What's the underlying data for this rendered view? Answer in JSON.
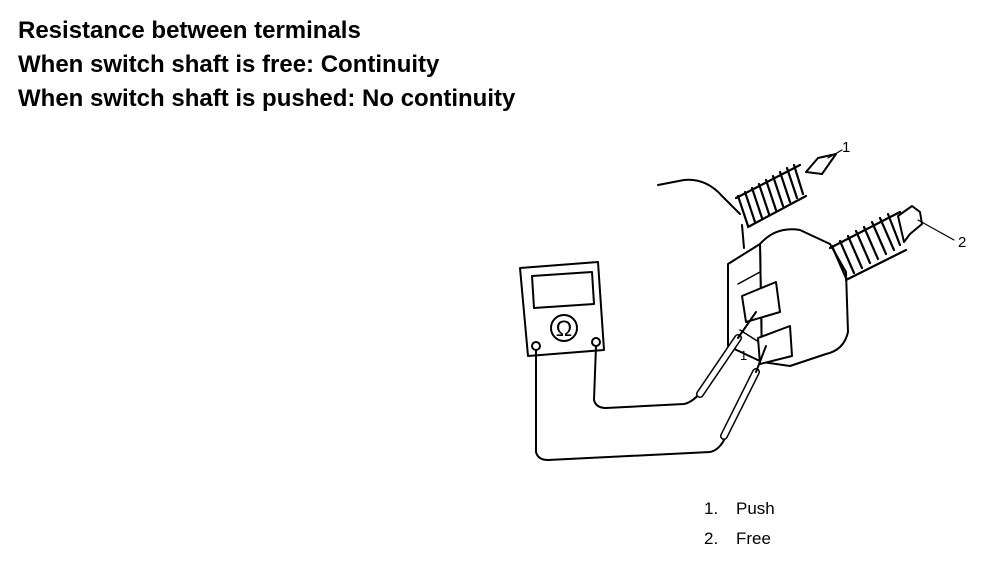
{
  "heading": {
    "line1": "Resistance between terminals",
    "line2": "When switch shaft is free: Continuity",
    "line3": "When switch shaft is pushed: No continuity"
  },
  "diagram": {
    "meter_symbol": "Ω",
    "callout_1": "1",
    "callout_2": "2",
    "terminal_label": "1"
  },
  "legend": [
    {
      "num": "1.",
      "label": "Push"
    },
    {
      "num": "2.",
      "label": "Free"
    }
  ]
}
